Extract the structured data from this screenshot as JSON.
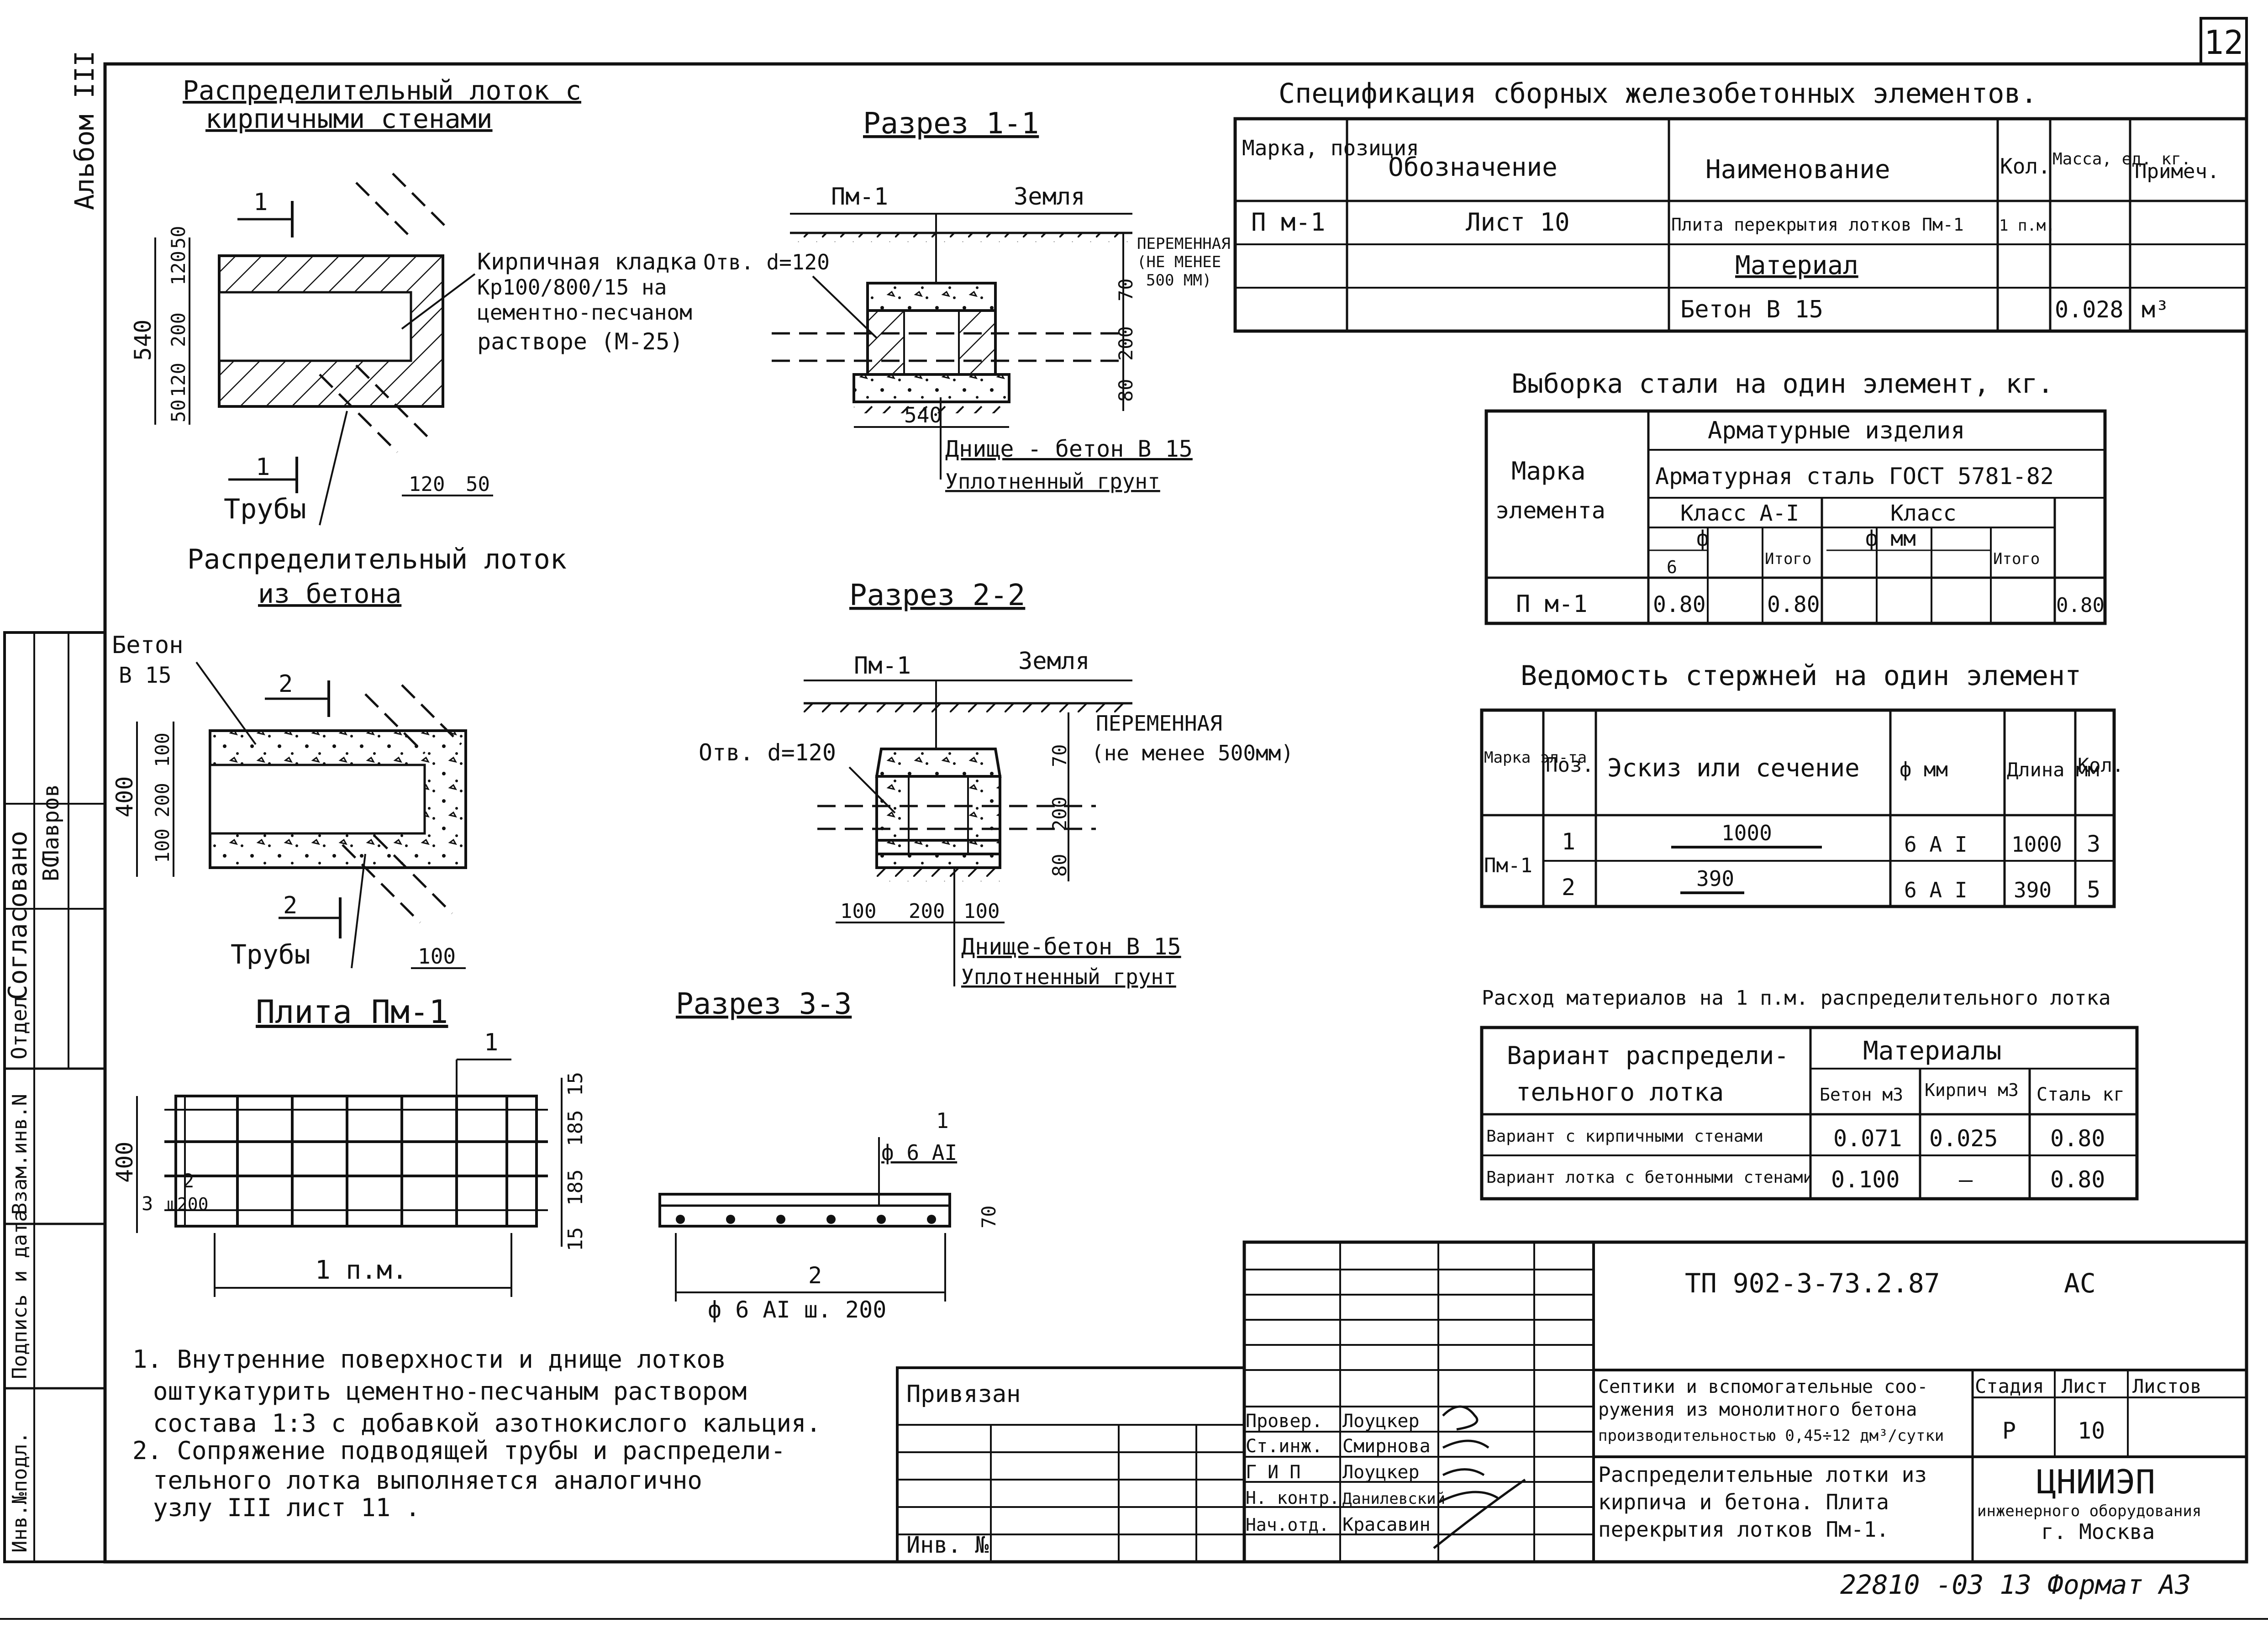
{
  "sheet": {
    "number": "12",
    "album": "Альбом III"
  },
  "left_stamp": {
    "agreed": "Согласовано",
    "rows": [
      "ВС",
      "Лавров"
    ],
    "dept": "Отдел",
    "cols": [
      "Взам.инв.N",
      "Подпись и дата",
      "Инв.№подл."
    ]
  },
  "brick_tray": {
    "title": "Распределительный лоток с",
    "title2": "кирпичными стенами",
    "cut": "1",
    "dim_left": "540",
    "dims_inner": [
      "50",
      "120",
      "200",
      "120",
      "50"
    ],
    "dims_bottom": [
      "120",
      "50"
    ],
    "callout1": "Кирпичная кладка",
    "callout2": "Кр100/800/15 на",
    "callout3": "цементно-песчаном",
    "callout4": "растворе (М-25)",
    "pipes": "Трубы"
  },
  "concrete_tray": {
    "title": "Распределительный лоток",
    "title2": "из бетона",
    "concrete": "Бетон",
    "concrete2": "В 15",
    "cut": "2",
    "dim_left": "400",
    "dims_inner": [
      "100",
      "200",
      "100"
    ],
    "dim_bottom": "100",
    "pipes": "Трубы"
  },
  "slab": {
    "title": "Плита Пм-1",
    "mark": "1",
    "dim_left": "400",
    "dims_right": [
      "15",
      "185",
      "185",
      "15"
    ],
    "dim_bottom": "1 п.м.",
    "dims_left_small": [
      "2",
      "3",
      "ш200"
    ]
  },
  "section11": {
    "title": "Разрез 1-1",
    "pm": "Пм-1",
    "earth": "Земля",
    "hole": "Отв. d=120",
    "var1": "ПЕРЕМЕННАЯ",
    "var2": "(НЕ МЕНЕЕ",
    "var3": "500 ММ)",
    "dims_right": [
      "70",
      "200",
      "80"
    ],
    "dim_bottom": "540",
    "bottom1": "Днище - бетон В 15",
    "bottom2": "Уплотненный грунт"
  },
  "section22": {
    "title": "Разрез 2-2",
    "pm": "Пм-1",
    "earth": "Земля",
    "hole": "Отв. d=120",
    "var1": "ПЕРЕМЕННАЯ",
    "var2": "(не менее 500мм)",
    "dims_right": [
      "70",
      "200",
      "80"
    ],
    "dims_bottom": [
      "100",
      "200",
      "100"
    ],
    "bottom1": "Днище-бетон В 15",
    "bottom2": "Уплотненный грунт"
  },
  "section33": {
    "title": "Разрез 3-3",
    "mark": "1",
    "rebar1": "ф 6 АI",
    "dim_right": "70",
    "mark2": "2",
    "rebar2": "ф 6 АI   ш. 200"
  },
  "spec": {
    "title": "Спецификация сборных железобетонных элементов.",
    "headers": [
      "Марка, позиция",
      "Обозначение",
      "Наименование",
      "Кол.",
      "Масса, ед. кг.",
      "Примеч."
    ],
    "rows": [
      [
        "П м-1",
        "Лист 10",
        "Плита перекрытия лотков Пм-1",
        "1 п.м.",
        "",
        ""
      ],
      [
        "",
        "",
        "Материал",
        "",
        "",
        ""
      ],
      [
        "",
        "",
        "Бетон  В 15",
        "",
        "0.028",
        "м³"
      ]
    ]
  },
  "steel": {
    "title": "Выборка стали на один элемент, кг.",
    "h_mark": "Марка",
    "h_mark2": "элемента",
    "h_items": "Арматурные изделия",
    "h_steel": "Арматурная сталь ГОСТ 5781-82",
    "h_class1": "Класс А-I",
    "h_class2": "Класс",
    "h_phi": "ф",
    "h_phi6": "6",
    "h_phimm": "ф мм",
    "h_total": "Итого",
    "h_total2": "Итого",
    "row": [
      "П м-1",
      "0.80",
      "0.80",
      "0.80"
    ]
  },
  "rods": {
    "title": "Ведомость стержней на один элемент",
    "headers": [
      "Марка эл-та",
      "Поз.",
      "Эскиз или сечение",
      "ф мм",
      "Длина мм",
      "Кол."
    ],
    "mark": "Пм-1",
    "rows": [
      [
        "1",
        "1000",
        "6 А I",
        "1000",
        "3"
      ],
      [
        "2",
        "390",
        "6 А I",
        "390",
        "5"
      ]
    ]
  },
  "materials": {
    "title": "Расход материалов на 1 п.м. распределительного лотка",
    "h_variant": "Вариант распредели-",
    "h_variant2": "тельного лотка",
    "h_mat": "Материалы",
    "h_cols": [
      "Бетон м3",
      "Кирпич м3",
      "Сталь кг"
    ],
    "rows": [
      [
        "Вариант с кирпичными стенами",
        "0.071",
        "0.025",
        "0.80"
      ],
      [
        "Вариант лотка с бетонными стенами",
        "0.100",
        "—",
        "0.80"
      ]
    ]
  },
  "notes": [
    "1. Внутренние поверхности и днище лотков",
    "оштукатурить цементно-песчаным раствором",
    "состава 1:3 с добавкой азотнокислого кальция.",
    "2. Сопряжение подводящей трубы и распредели-",
    "тельного лотка выполняется аналогично",
    "узлу III  лист 11 ."
  ],
  "titleblock": {
    "code": "ТП 902-3-73.2.87",
    "section": "АС",
    "bound": "Привязан",
    "inv": "Инв. №",
    "people": [
      [
        "Провер.",
        "Лоуцкер"
      ],
      [
        "Ст.инж.",
        "Смирнова"
      ],
      [
        "Г И П",
        "Лоуцкер"
      ],
      [
        "Н. контр.",
        "Данилевский"
      ],
      [
        "Нач.отд.",
        "Красавин"
      ]
    ],
    "project1": "Септики и вспомогательные соо-",
    "project2": "ружения из монолитного бетона",
    "project3": "производительностью 0,45÷12 дм³/сутки",
    "stage_h": [
      "Стадия",
      "Лист",
      "Листов"
    ],
    "stage": [
      "Р",
      "10",
      ""
    ],
    "sheet1": "Распределительные лотки из",
    "sheet2": "кирпича и бетона. Плита",
    "sheet3": "перекрытия лотков Пм-1.",
    "org1": "ЦНИИЭП",
    "org2": "инженерного оборудования",
    "org3": "г. Москва",
    "footer": "22810 -03  13  Формат А3"
  }
}
